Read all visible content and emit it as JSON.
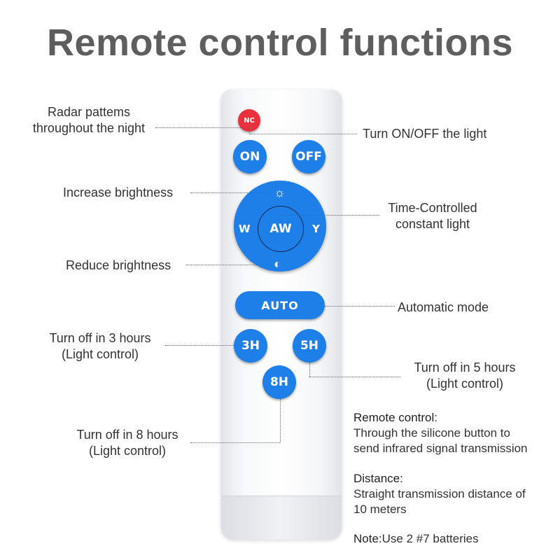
{
  "title": "Remote control functions",
  "colors": {
    "button_blue": "#1f7fe8",
    "nc_red": "#e8313c",
    "title_gray": "#5e5e5e"
  },
  "buttons": {
    "nc": "NC",
    "on": "ON",
    "off": "OFF",
    "aw": "AW",
    "w": "W",
    "y": "Y",
    "auto": "AUTO",
    "h3": "3H",
    "h5": "5H",
    "h8": "8H"
  },
  "icons": {
    "brightness_up": "sun-icon",
    "brightness_down": "half-sun-icon"
  },
  "labels": {
    "radar_line1": "Radar pattems",
    "radar_line2": "throughout the night",
    "turn_on_off": "Turn ON/OFF the light",
    "increase": "Increase brightness",
    "time_line1": "Time-Controlled",
    "time_line2": "constant light",
    "reduce": "Reduce brightness",
    "auto_mode": "Automatic mode",
    "off3_line1": "Turn off in 3 hours",
    "off3_line2": "(Light control)",
    "off5_line1": "Turn off in 5 hours",
    "off5_line2": "(Light control)",
    "off8_line1": "Turn off in 8 hours",
    "off8_line2": "(Light control)"
  },
  "info": {
    "remote_head": "Remote control:",
    "remote_line1": "Through the silicone button to",
    "remote_line2": "send infrared signal transmission",
    "distance_head": "Distance:",
    "distance_line1": "Straight transmission distance of",
    "distance_line2": "10 meters",
    "note_head": "Note:",
    "note_text": "Use 2 #7 batteries"
  }
}
